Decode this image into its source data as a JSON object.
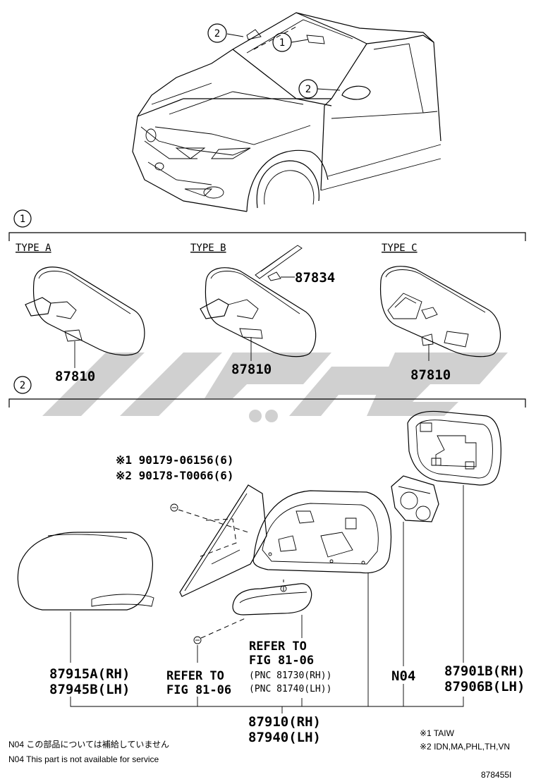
{
  "callouts": {
    "c1": "1",
    "c2": "2"
  },
  "section1": {
    "type_a": "TYPE A",
    "type_b": "TYPE B",
    "type_c": "TYPE C",
    "part_a": "87810",
    "part_b": "87810",
    "part_c": "87810",
    "part_b_extra": "87834"
  },
  "section2": {
    "screw_note1": "※1 90179-06156(6)",
    "screw_note2": "※2 90178-T0066(6)",
    "cover_rh": "87915A(RH)",
    "cover_lh": "87945B(LH)",
    "refer1_line1": "REFER TO",
    "refer1_line2": "FIG 81-06",
    "refer2_line1": "REFER TO",
    "refer2_line2": "FIG 81-06",
    "pnc1": "(PNC 81730(RH))",
    "pnc2": "(PNC 81740(LH))",
    "n04": "N04",
    "glass_rh": "87901B(RH)",
    "glass_lh": "87906B(LH)",
    "assy_rh": "87910(RH)",
    "assy_lh": "87940(LH)"
  },
  "notes": {
    "n04_jp": "N04 この部品については補給していません",
    "n04_en": "N04 This part is not available for service",
    "mark1": "※1 TAIW",
    "mark2": "※2 IDN,MA,PHL,TH,VN",
    "figure_id": "878455I"
  }
}
